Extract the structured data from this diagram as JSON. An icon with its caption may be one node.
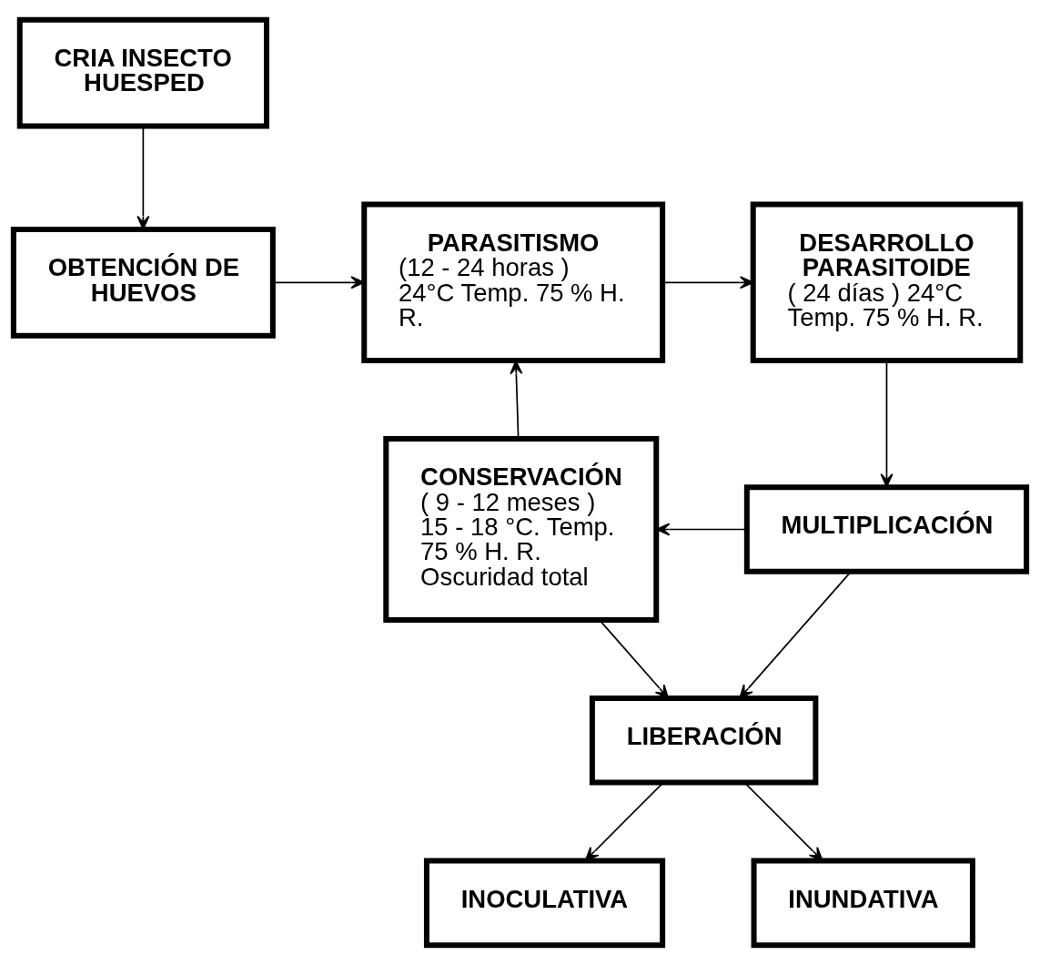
{
  "diagram": {
    "nodes": [
      {
        "text": [
          "CRIA INSECTO HUESPED"
        ]
      },
      {
        "text": [
          "OBTENCIÓN DE HUEVOS"
        ]
      },
      {
        "text": [
          "PARASITISMO",
          "(12 - 24 horas ) 24°C Temp. 75 % H. R."
        ]
      },
      {
        "text": [
          "DESARROLLO PARASITOIDE",
          "( 24 días ) 24°C Temp. 75 % H. R."
        ]
      },
      {
        "text": [
          "CONSERVACIÓN",
          "( 9 - 12 meses ) 15 - 18 °C. Temp. 75 % H. R. Oscuridad total"
        ]
      },
      {
        "text": [
          "MULTIPLICACIÓN"
        ]
      },
      {
        "text": [
          "LIBERACIÓN"
        ]
      },
      {
        "text": [
          "INOCULATIVA"
        ]
      },
      {
        "text": [
          "INUNDATIVA"
        ]
      }
    ],
    "edges": [
      {
        "from": 0,
        "to": 1,
        "arrow": "to"
      },
      {
        "from": 1,
        "to": 2,
        "arrow": "to"
      },
      {
        "from": 2,
        "to": 3,
        "arrow": "to"
      },
      {
        "from": 3,
        "to": 5,
        "arrow": "to"
      },
      {
        "from": 5,
        "to": 4,
        "arrow": "to"
      },
      {
        "from": 4,
        "to": 2,
        "arrow": "to"
      },
      {
        "from": 5,
        "to": 6,
        "arrow": "to"
      },
      {
        "from": 4,
        "to": 6,
        "arrow": "to"
      },
      {
        "from": 6,
        "to": 7,
        "arrow": "to"
      },
      {
        "from": 6,
        "to": 8,
        "arrow": "to"
      }
    ]
  }
}
